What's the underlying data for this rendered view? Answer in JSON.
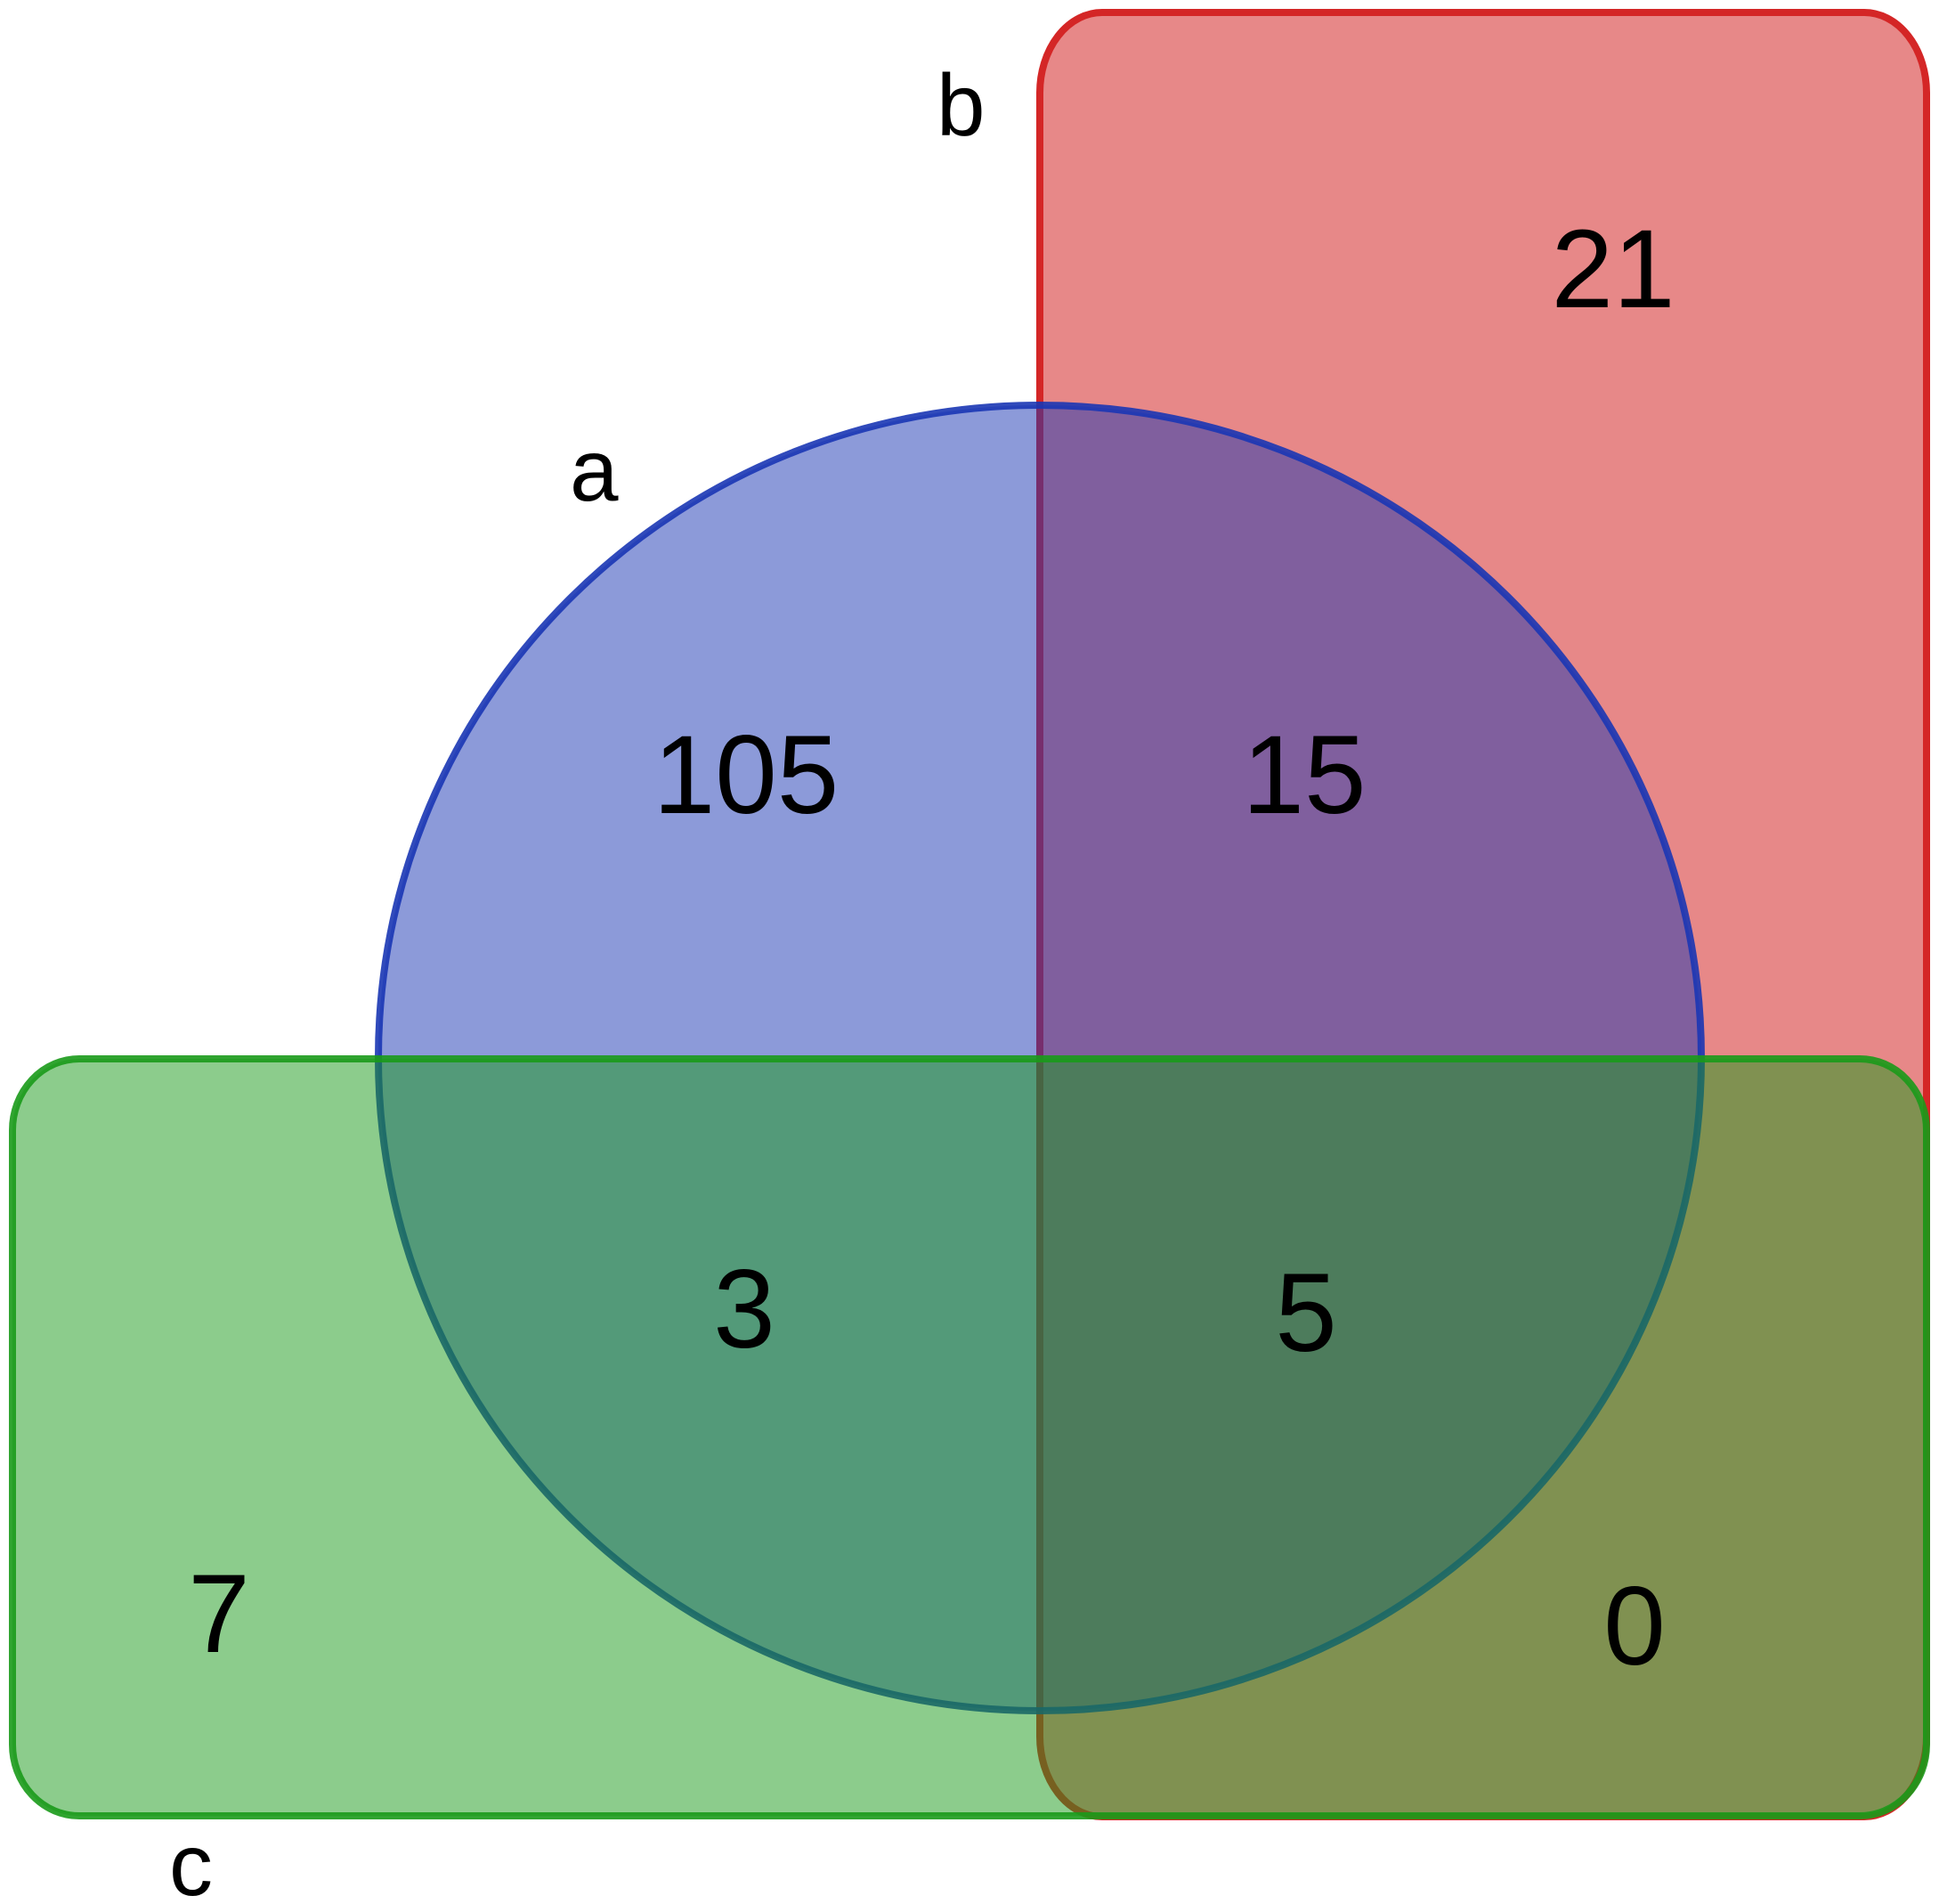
{
  "sets": [
    {
      "id": "a",
      "label": "a",
      "shape": "circle",
      "fill": "#1a36b4",
      "stroke": "#1a36b4"
    },
    {
      "id": "b",
      "label": "b",
      "shape": "rounded-rectangle",
      "fill": "#d42626",
      "stroke": "#d42626"
    },
    {
      "id": "c",
      "label": "c",
      "shape": "rounded-rectangle",
      "fill": "#1a9a1a",
      "stroke": "#1a9a1a"
    }
  ],
  "regions": {
    "a_only": "105",
    "b_only": "21",
    "c_only": "7",
    "a_b": "15",
    "a_c": "3",
    "b_c": "0",
    "a_b_c": "5"
  }
}
